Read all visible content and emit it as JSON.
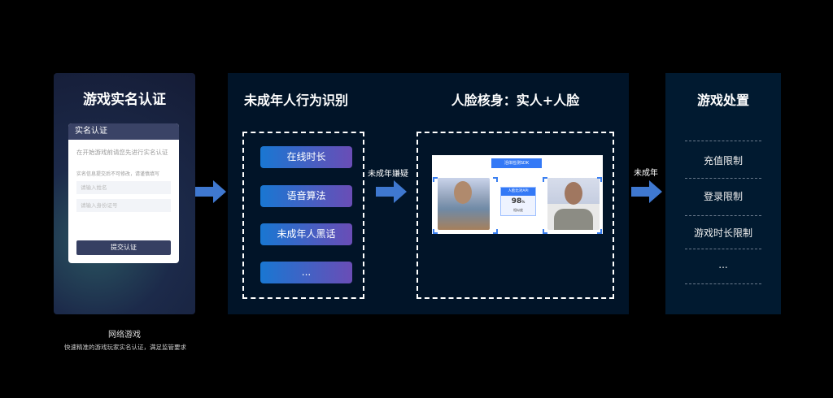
{
  "left_panel": {
    "title": "游戏实名认证",
    "card": {
      "header": "实名认证",
      "intro": "在开始游戏前请您先进行实名认证",
      "note": "实名信息提交后不可修改，请谨慎填写",
      "name_placeholder": "请输入姓名",
      "id_placeholder": "请输入身份证号",
      "submit_label": "提交认证"
    },
    "caption": "网络游戏",
    "description": "快速精准的游戏玩家实名认证，满足监管要求"
  },
  "behavior_panel": {
    "title": "未成年人行为识别",
    "items": [
      "在线时长",
      "语音算法",
      "未成年人黑话",
      "..."
    ]
  },
  "arrow_labels": {
    "suspect": "未成年嫌疑",
    "minor": "未成年"
  },
  "face_panel": {
    "title": "人脸核身：实人+人脸",
    "sdk_label": "活体检测SDK",
    "api_label": "人脸比对API",
    "score": "98",
    "score_unit": "%",
    "score_label": "相似度"
  },
  "disposal_panel": {
    "title": "游戏处置",
    "items": [
      "充值限制",
      "登录限制",
      "游戏时长限制",
      "..."
    ]
  },
  "colors": {
    "arrow": "#3f78d0",
    "panel": "#011428"
  }
}
